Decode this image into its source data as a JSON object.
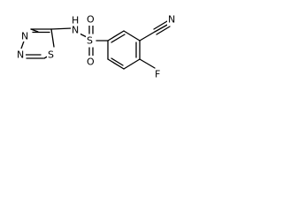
{
  "molecule": {
    "atoms": {
      "ring1_n_upper": "N",
      "ring1_n_lower": "N",
      "ring1_s": "S",
      "nh_n": "N",
      "nh_h": "H",
      "sulfonyl_s": "S",
      "sulfonyl_o_upper": "O",
      "sulfonyl_o_lower": "O",
      "nitrile_n": "N",
      "fluoro_f": "F"
    },
    "colors": {
      "bond": "#000000",
      "label": "#000000"
    }
  }
}
